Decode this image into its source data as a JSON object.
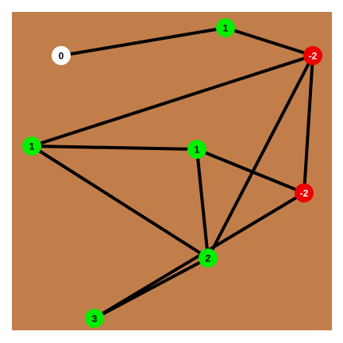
{
  "colors": {
    "frame": "#ffffff",
    "board": "#c27e4a",
    "edge": "#000000",
    "positive": "#00ee00",
    "negative": "#ee0000",
    "neutral": "#ffffff",
    "label_dark": "#000000",
    "label_light": "#ffffff"
  },
  "nodes": [
    {
      "id": "n0",
      "label": "0",
      "value": 0
    },
    {
      "id": "n1",
      "label": "1",
      "value": 1
    },
    {
      "id": "n2",
      "label": "-2",
      "value": -2
    },
    {
      "id": "n3",
      "label": "1",
      "value": 1
    },
    {
      "id": "n4",
      "label": "1",
      "value": 1
    },
    {
      "id": "n5",
      "label": "-2",
      "value": -2
    },
    {
      "id": "n6",
      "label": "2",
      "value": 2
    },
    {
      "id": "n7",
      "label": "3",
      "value": 3
    }
  ],
  "edges": [
    [
      "n0",
      "n1"
    ],
    [
      "n1",
      "n2"
    ],
    [
      "n2",
      "n3"
    ],
    [
      "n2",
      "n5"
    ],
    [
      "n2",
      "n6"
    ],
    [
      "n3",
      "n4"
    ],
    [
      "n3",
      "n6"
    ],
    [
      "n4",
      "n5"
    ],
    [
      "n4",
      "n6"
    ],
    [
      "n5",
      "n7"
    ],
    [
      "n6",
      "n7"
    ]
  ]
}
